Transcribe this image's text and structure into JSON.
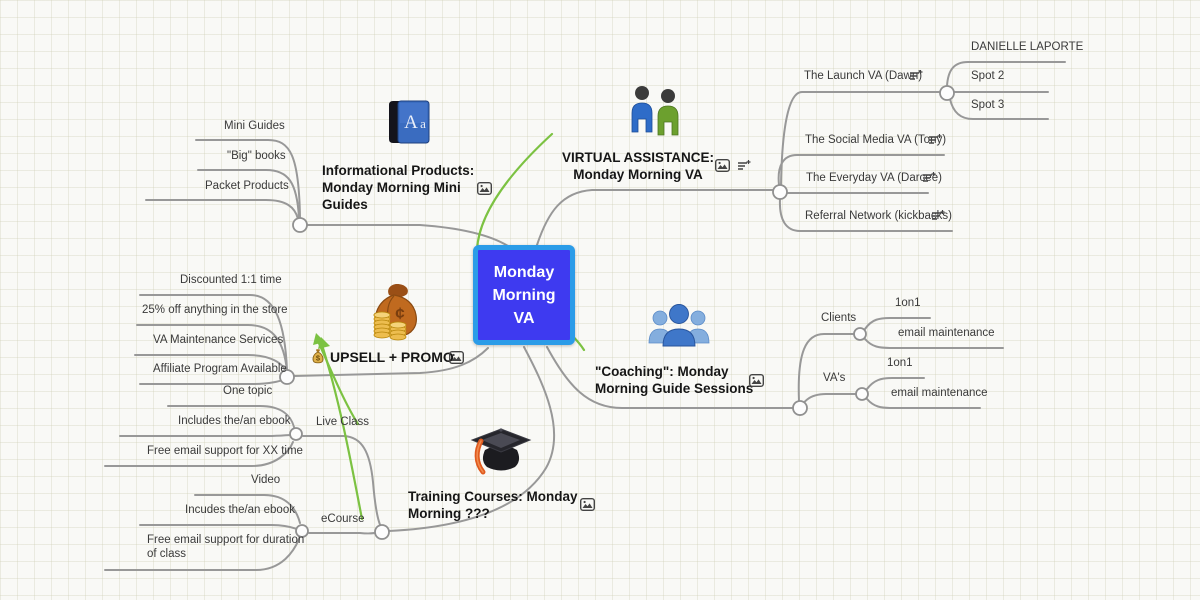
{
  "map": {
    "app": "mind-map-canvas",
    "colors": {
      "center_fill": "#3e3af0",
      "center_border": "#2b9ce8",
      "connector_line": "#989898",
      "green_arrow": "#7cc242",
      "label_text": "#3a3a3a",
      "background": "#f9f9f6"
    },
    "center": {
      "label": "Monday\nMorning\nVA"
    },
    "branches": {
      "informational": {
        "label": "Informational Products:\nMonday Morning Mini\nGuides",
        "icon": "blue-book-icon",
        "badges": [
          "image-badge"
        ],
        "children": {
          "mini_guides": "Mini Guides",
          "big_books": "\"Big\" books",
          "packet_products": "Packet Products"
        }
      },
      "virtual_assistance": {
        "label": "VIRTUAL ASSISTANCE:\nMonday Morning VA",
        "icon": "two-people-icon",
        "badges": [
          "image-badge",
          "note-badge"
        ],
        "children": {
          "launch_va": "The Launch VA (Dawn)",
          "danielle": "DANIELLE LAPORTE",
          "spot2": "Spot 2",
          "spot3": "Spot 3",
          "social": "The Social Media VA (Tony)",
          "everyday": "The Everyday VA (Darcee)",
          "referral": "Referral Network (kickbacks)"
        }
      },
      "coaching": {
        "label": "\"Coaching\":  Monday\nMorning Guide Sessions",
        "icon": "group-people-icon",
        "badges": [
          "image-badge"
        ],
        "children": {
          "clients": "Clients",
          "clients_1on1": "1on1",
          "clients_email": "email maintenance",
          "vas": "VA's",
          "vas_1on1": "1on1",
          "vas_email": "email maintenance"
        }
      },
      "upsell": {
        "label": "UPSELL + PROMO",
        "icon": "money-bag-icon",
        "badges": [
          "money-bag-badge",
          "image-badge"
        ],
        "children": {
          "discounted": "Discounted 1:1 time",
          "off25": "25% off anything in the store",
          "va_maintenance": "VA Maintenance Services",
          "affiliate": "Affiliate Program Available"
        }
      },
      "training": {
        "label": "Training Courses:  Monday\nMorning ???",
        "icon": "graduation-cap-icon",
        "badges": [
          "image-badge"
        ],
        "children": {
          "live_class": "Live Class",
          "one_topic": "One topic",
          "includes_ebook": "Includes the/an ebook",
          "free_xx": "Free email support for XX time",
          "ecourse": "eCourse",
          "video": "Video",
          "incudes_ebook": "Incudes the/an ebook",
          "free_duration": "Free email support for duration\nof class"
        }
      }
    }
  }
}
